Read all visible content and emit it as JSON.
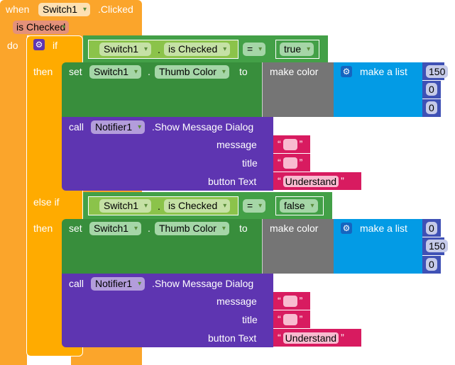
{
  "event": {
    "when": "when",
    "component": "Switch1",
    "event": ".Clicked",
    "param": "is Checked",
    "do": "do"
  },
  "if_block": {
    "if": "if",
    "then": "then",
    "else_if": "else if",
    "then2": "then"
  },
  "branches": [
    {
      "cond": {
        "component": "Switch1",
        "dot": ".",
        "prop": "is Checked",
        "op": "=",
        "value": "true"
      },
      "set": {
        "set": "set",
        "component": "Switch1",
        "dot": ".",
        "prop": "Thumb Color",
        "to": "to",
        "make_color": "make color",
        "make_list": "make a list",
        "values": [
          "150",
          "0",
          "0"
        ]
      },
      "call": {
        "call": "call",
        "component": "Notifier1",
        "method": ".Show Message Dialog",
        "message": "message",
        "title": "title",
        "button_text": "button Text",
        "message_val": "",
        "title_val": "",
        "button_val": "Understand"
      }
    },
    {
      "cond": {
        "component": "Switch1",
        "dot": ".",
        "prop": "is Checked",
        "op": "=",
        "value": "false"
      },
      "set": {
        "set": "set",
        "component": "Switch1",
        "dot": ".",
        "prop": "Thumb Color",
        "to": "to",
        "make_color": "make color",
        "make_list": "make a list",
        "values": [
          "0",
          "150",
          "0"
        ]
      },
      "call": {
        "call": "call",
        "component": "Notifier1",
        "method": ".Show Message Dialog",
        "message": "message",
        "title": "title",
        "button_text": "button Text",
        "message_val": "",
        "title_val": "",
        "button_val": "Understand"
      }
    }
  ],
  "colors": {
    "event": "#fba52b",
    "if": "#ffab00",
    "logic": "#43a047",
    "compare": "#8bc34a",
    "setter": "#388e3c",
    "color": "#757575",
    "list": "#039be5",
    "number": "#3f51b5",
    "call": "#5e35b1",
    "text": "#d81b60"
  }
}
